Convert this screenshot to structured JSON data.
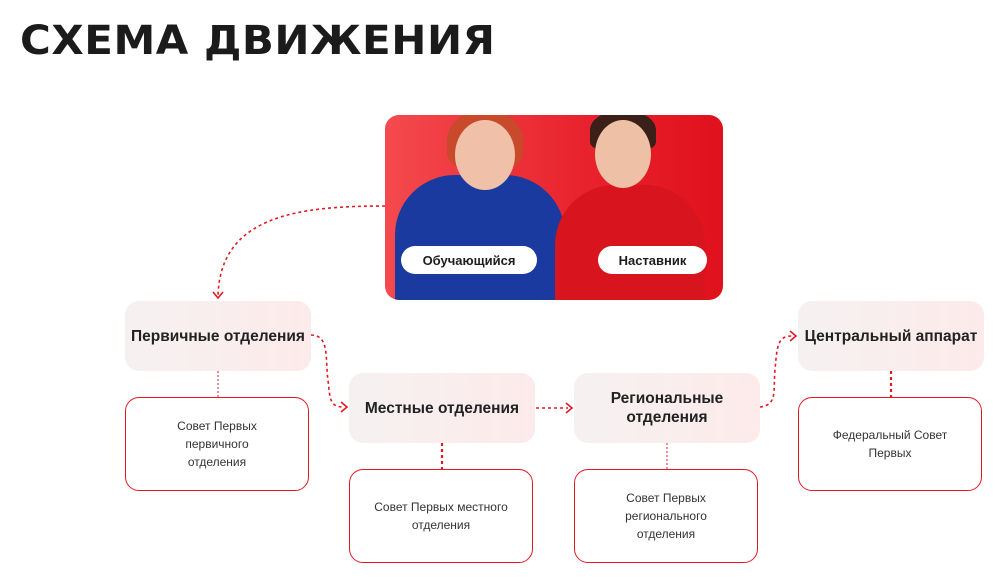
{
  "title": "СХЕМА ДВИЖЕНИЯ",
  "photo": {
    "labels": [
      "Обучающийся",
      "Наставник"
    ]
  },
  "levels": [
    {
      "name": "Первичные отделения",
      "council": "Совет Первых первичного отделения"
    },
    {
      "name": "Местные отделения",
      "council": "Совет Первых местного отделения"
    },
    {
      "name": "Региональные отделения",
      "council": "Совет Первых регионального отделения"
    },
    {
      "name": "Центральный аппарат",
      "council": "Федеральный Совет Первых"
    }
  ],
  "colors": {
    "accent": "#e01a24"
  }
}
